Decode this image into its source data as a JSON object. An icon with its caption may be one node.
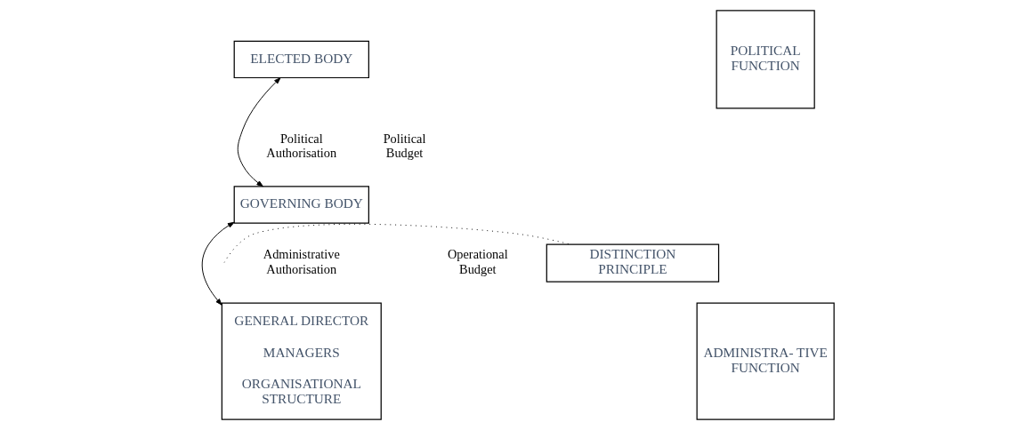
{
  "diagram": {
    "nodes": [
      {
        "text": [
          "ELECTED BODY"
        ]
      },
      {
        "text": [
          "POLITICAL FUNCTION"
        ]
      },
      {
        "text": [
          "GOVERNING BODY"
        ]
      },
      {
        "text": [
          "DISTINCTION PRINCIPLE"
        ]
      },
      {
        "text": [
          "GENERAL DIRECTOR",
          "MANAGERS",
          "ORGANISATIONAL STRUCTURE"
        ]
      },
      {
        "text": [
          "ADMINISTRA- TIVE FUNCTION"
        ]
      }
    ],
    "edges": [
      {
        "from": 0,
        "to": 2,
        "arrow": "both"
      },
      {
        "from": 2,
        "to": 4,
        "arrow": "both"
      },
      {
        "from": null,
        "to": 3,
        "arrow": "none",
        "style": "dashed"
      }
    ],
    "labels": [
      "Political Authorisation",
      "Political Budget",
      "Administrative Authorisation",
      "Operational Budget"
    ]
  }
}
